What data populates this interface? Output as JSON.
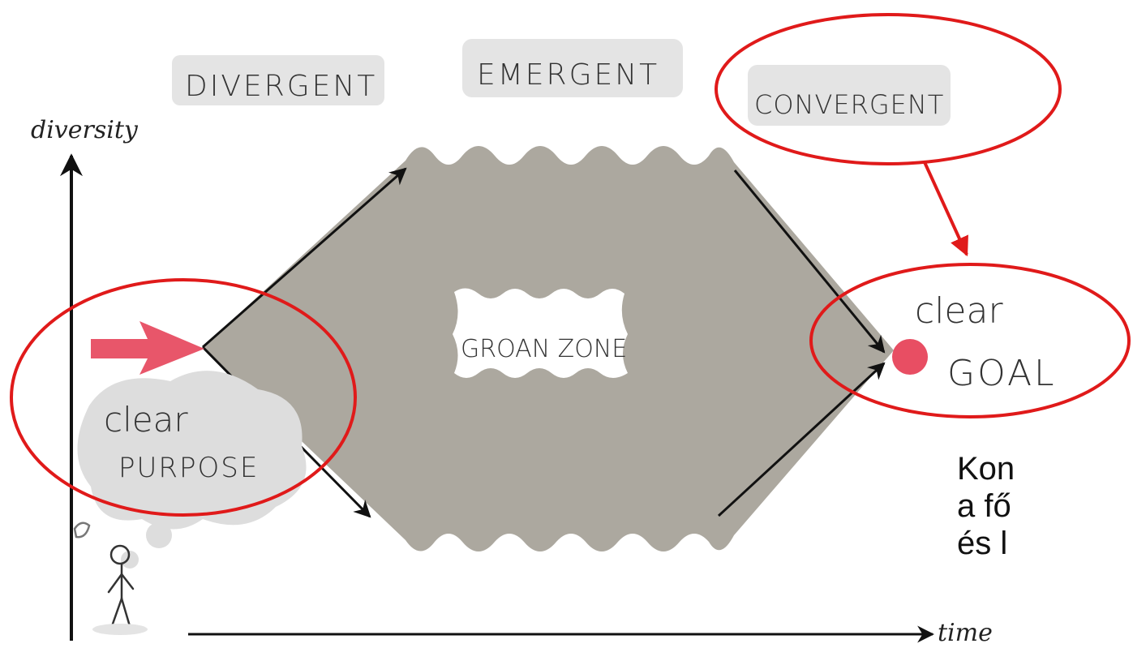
{
  "phases": {
    "divergent": "DIVERGENT",
    "emergent": "EMERGENT",
    "convergent": "CONVERGENT"
  },
  "axes": {
    "y_label": "diversity",
    "x_label": "time"
  },
  "labels": {
    "groan_zone": "GROAN ZONE",
    "clear_purpose_line1": "clear",
    "clear_purpose_line2": "PURPOSE",
    "clear_goal_line1": "clear",
    "clear_goal_line2": "GOAL"
  },
  "side_note": {
    "line1": "Kon",
    "line2": "a fő",
    "line3": "és l"
  },
  "colors": {
    "background": "#ffffff",
    "diamond_fill": "#aca89f",
    "label_box": "#e4e4e4",
    "highlight_circle": "#e01a1a",
    "purpose_arrow": "#e8566a",
    "goal_dot": "#e84e63",
    "ink": "#111111"
  }
}
